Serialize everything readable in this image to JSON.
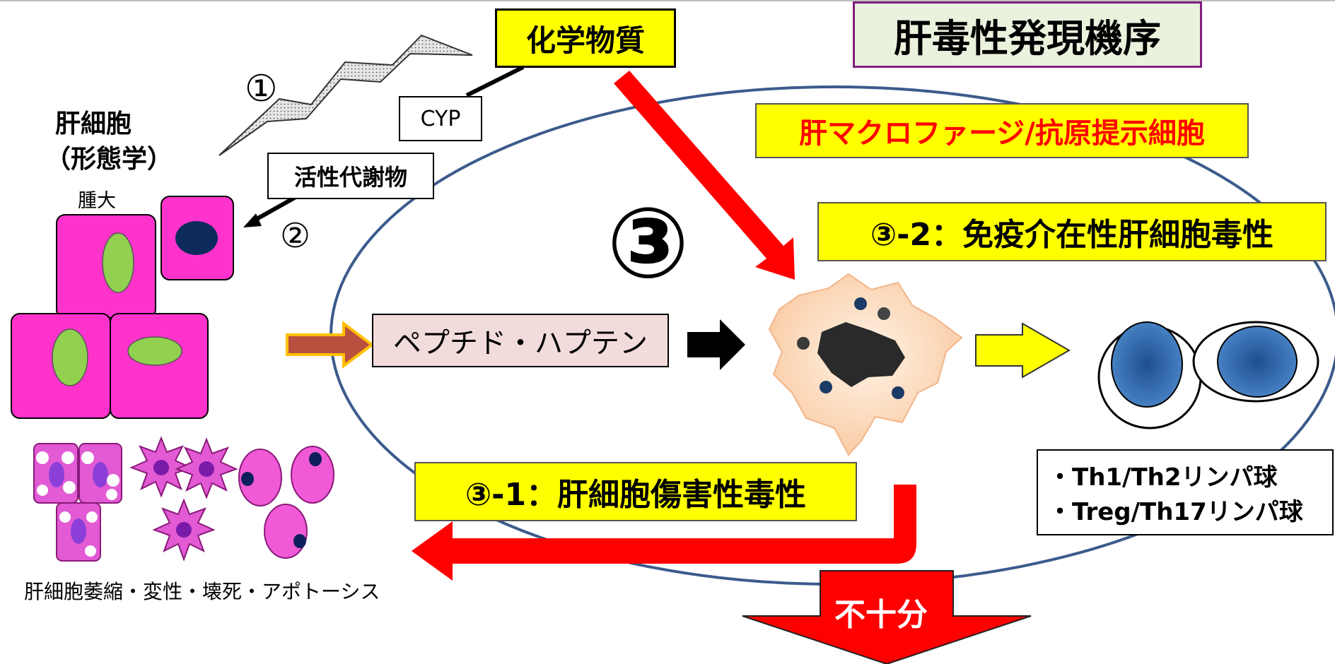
{
  "title": "肝毒性発現機序",
  "chemical": "化学物質",
  "cyp": "CYP",
  "metabolite": "活性代謝物",
  "step1_mark": "①",
  "step2_mark": "②",
  "step3_mark": "③",
  "hepatocyte_title_line1": "肝細胞",
  "hepatocyte_title_line2": "（形態学）",
  "swelling": "腫大",
  "cell_death_caption": "肝細胞萎縮・変性・壊死・アポトーシス",
  "macrophage_label": "肝マクロファージ/抗原提示細胞",
  "immune_label": "③-2：免疫介在性肝細胞毒性",
  "peptide_label": "ペプチド・ハプテン",
  "cytotoxic_label": "③-1：肝細胞傷害性毒性",
  "lymphocyte_line1": "・Th1/Th2リンパ球",
  "lymphocyte_line2": "・Treg/Th17リンパ球",
  "insufficient_label": "不十分",
  "colors": {
    "hepatocyte_pink": "#ff33cc",
    "nucleus_green": "#92d050",
    "highlight_yellow": "#ffff00",
    "red_arrow": "#ff0000",
    "macrophage_label_red": "#ff0000",
    "ellipse_outline": "#3b5b8c",
    "lymphocyte_blue": "#3a6fb0"
  }
}
